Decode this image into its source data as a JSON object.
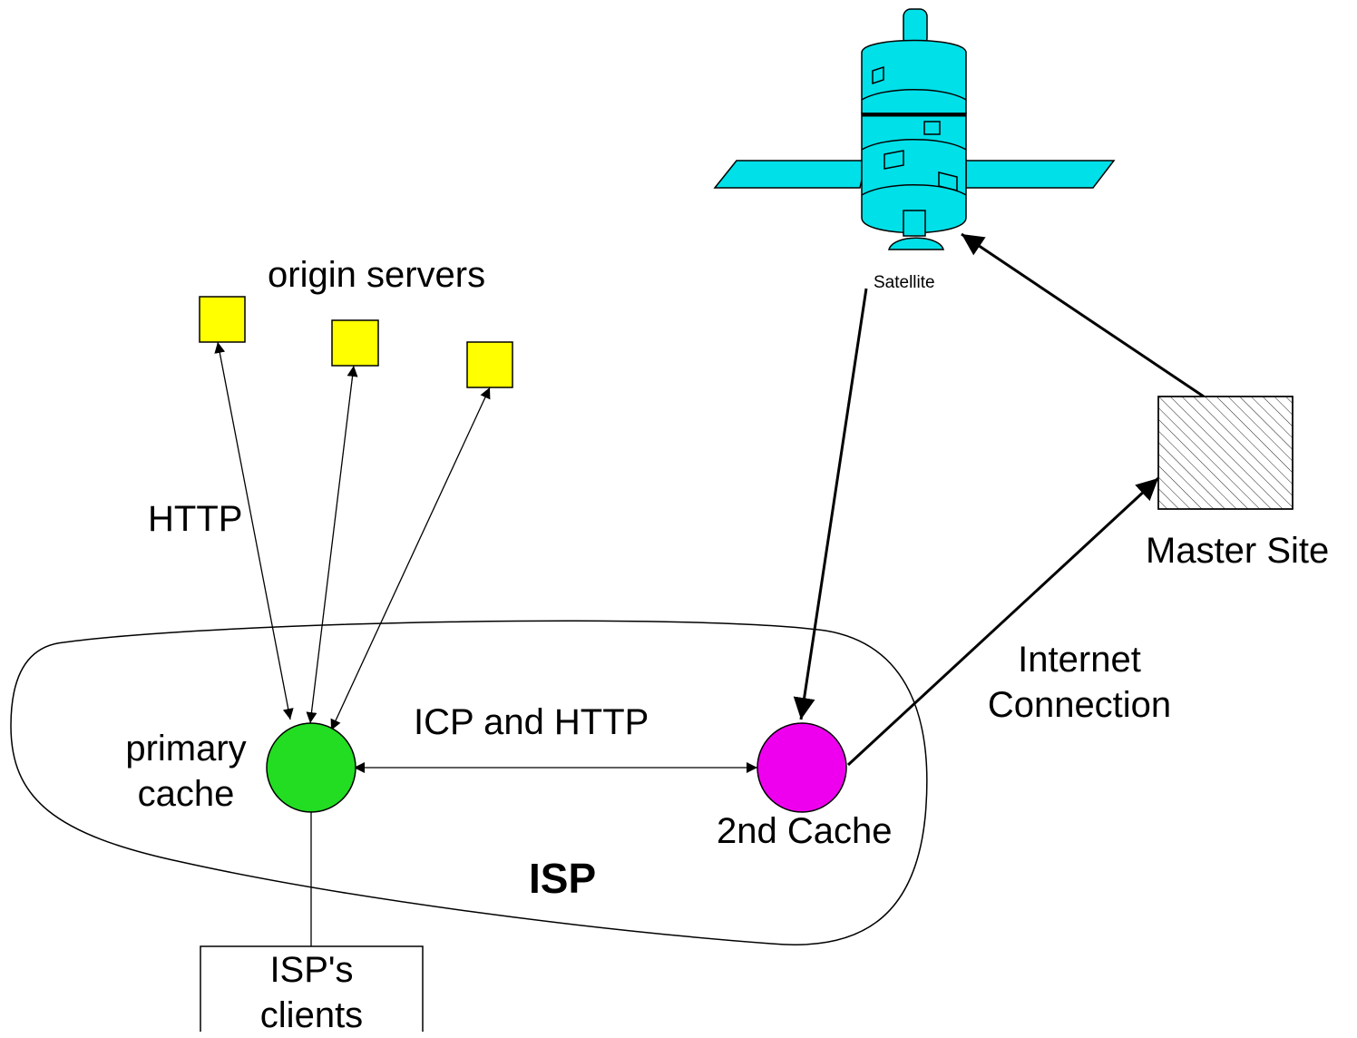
{
  "labels": {
    "origin_servers": "origin servers",
    "satellite": "Satellite",
    "http": "HTTP",
    "master_site": "Master Site",
    "internet_connection_line1": "Internet",
    "internet_connection_line2": "Connection",
    "icp_and_http": "ICP and HTTP",
    "primary_cache_line1": "primary",
    "primary_cache_line2": "cache",
    "second_cache": "2nd Cache",
    "isp": "ISP",
    "isp_clients_line1": "ISP's",
    "isp_clients_line2": "clients"
  },
  "colors": {
    "origin_server_fill": "#ffff00",
    "primary_cache_fill": "#22dd22",
    "second_cache_fill": "#ee00ee",
    "satellite_fill": "#00e0e8",
    "stroke": "#000000"
  },
  "icons": {
    "satellite": "satellite-icon",
    "master_site": "hatched-box-icon"
  }
}
